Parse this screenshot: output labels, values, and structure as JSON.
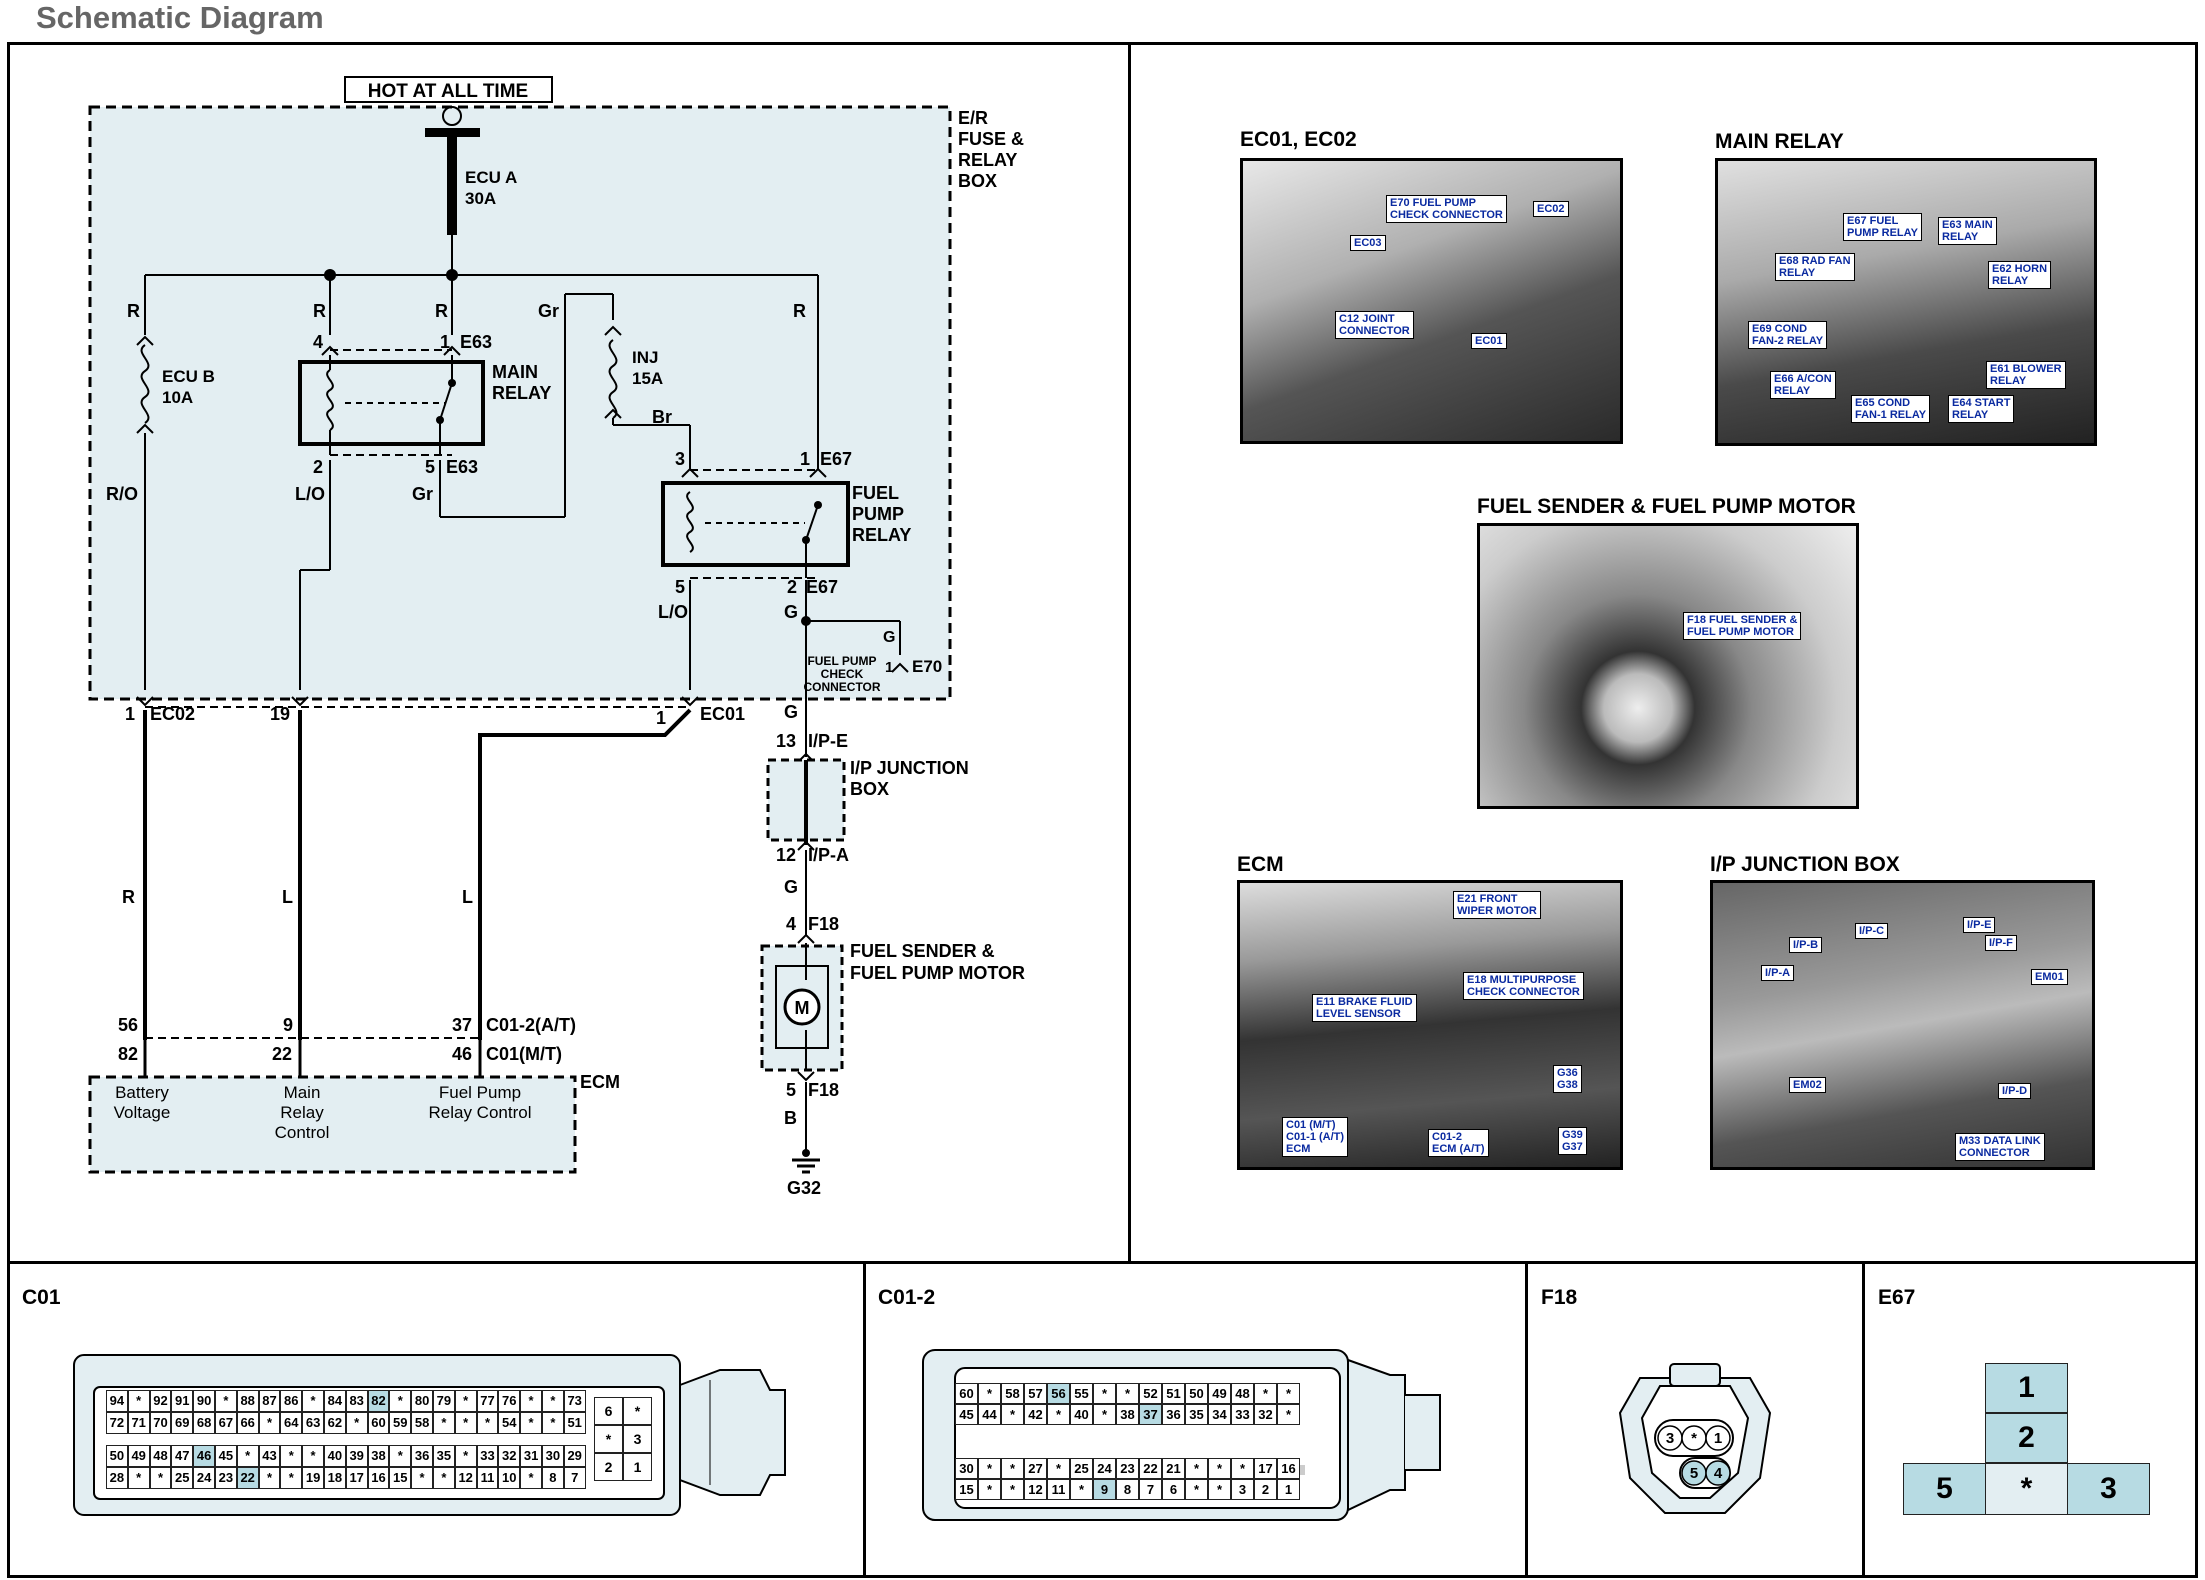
{
  "page_title": "Schematic Diagram",
  "schematic": {
    "hot_label": "HOT AT ALL TIME",
    "er_box_label": "E/R\nFUSE &\nRELAY\nBOX",
    "ecu_a_fuse": "ECU A\n30A",
    "ecu_b_fuse": "ECU B\n10A",
    "inj_fuse": "INJ\n15A",
    "main_relay": "MAIN\nRELAY",
    "fuel_pump_relay": "FUEL\nPUMP\nRELAY",
    "ip_junction_box": "I/P JUNCTION\nBOX",
    "fuel_sender": "FUEL SENDER &\nFUEL PUMP MOTOR",
    "check_connector": "FUEL PUMP\nCHECK\nCONNECTOR",
    "ecm_label": "ECM",
    "ecm_pins": [
      "Battery\nVoltage",
      "Main\nRelay\nControl",
      "Fuel Pump\nRelay Control"
    ],
    "wire_colors": {
      "r": "R",
      "ro": "R/O",
      "lo": "L/O",
      "gr": "Gr",
      "br": "Br",
      "g": "G",
      "l": "L",
      "b": "B"
    },
    "connectors": {
      "e63": "E63",
      "e67": "E67",
      "ec02": "EC02",
      "ec01": "EC01",
      "e70": "E70",
      "ipe": "I/P-E",
      "ipa": "I/P-A",
      "f18": "F18",
      "g32": "G32",
      "c01_2": "C01-2(A/T)",
      "c01": "C01(M/T)"
    },
    "pins": {
      "p4": "4",
      "p1": "1",
      "p2": "2",
      "p5": "5",
      "p3": "3",
      "p19": "19",
      "p13": "13",
      "p12": "12",
      "p56": "56",
      "p82": "82",
      "p9": "9",
      "p22": "22",
      "p37": "37",
      "p46": "46"
    }
  },
  "photos": {
    "ec01_title": "EC01, EC02",
    "ec01_callouts": [
      "E70 FUEL PUMP\nCHECK CONNECTOR",
      "EC02",
      "EC03",
      "C12 JOINT\nCONNECTOR",
      "EC01"
    ],
    "main_relay_title": "MAIN RELAY",
    "main_relay_callouts": [
      "E67 FUEL\nPUMP RELAY",
      "E63 MAIN\nRELAY",
      "E68 RAD FAN\nRELAY",
      "E62 HORN\nRELAY",
      "E69 COND\nFAN-2 RELAY",
      "E61 BLOWER\nRELAY",
      "E66 A/CON\nRELAY",
      "E65 COND\nFAN-1 RELAY",
      "E64 START\nRELAY"
    ],
    "fuel_title": "FUEL SENDER & FUEL PUMP MOTOR",
    "fuel_callouts": [
      "F18 FUEL SENDER &\nFUEL PUMP MOTOR"
    ],
    "ecm_title": "ECM",
    "ecm_callouts": [
      "E21 FRONT\nWIPER MOTOR",
      "E18 MULTIPURPOSE\nCHECK CONNECTOR",
      "E11 BRAKE FLUID\nLEVEL SENSOR",
      "G36\nG38",
      "C01 (M/T)\nC01-1 (A/T)\nECM",
      "C01-2\nECM (A/T)",
      "G39\nG37"
    ],
    "ipj_title": "I/P JUNCTION BOX",
    "ipj_callouts": [
      "I/P-E",
      "I/P-C",
      "I/P-F",
      "I/P-B",
      "EM01",
      "I/P-A",
      "EM02",
      "I/P-D",
      "M33 DATA LINK\nCONNECTOR"
    ]
  },
  "connector_views": {
    "c01": {
      "title": "C01",
      "rows": [
        [
          "94",
          "*",
          "92",
          "91",
          "90",
          "*",
          "88",
          "87",
          "86",
          "*",
          "84",
          "83",
          "82",
          "*",
          "80",
          "79",
          "*",
          "77",
          "76",
          "*",
          "*",
          "73"
        ],
        [
          "72",
          "71",
          "70",
          "69",
          "68",
          "67",
          "66",
          "*",
          "64",
          "63",
          "62",
          "*",
          "60",
          "59",
          "58",
          "*",
          "*",
          "*",
          "54",
          "*",
          "*",
          "51"
        ],
        [
          "50",
          "49",
          "48",
          "47",
          "46",
          "45",
          "*",
          "43",
          "*",
          "*",
          "40",
          "39",
          "38",
          "*",
          "36",
          "35",
          "*",
          "33",
          "32",
          "31",
          "30",
          "29"
        ],
        [
          "28",
          "*",
          "*",
          "25",
          "24",
          "23",
          "22",
          "*",
          "*",
          "19",
          "18",
          "17",
          "16",
          "15",
          "*",
          "*",
          "12",
          "11",
          "10",
          "*",
          "8",
          "7"
        ]
      ],
      "side": [
        "6",
        "*",
        "*",
        "3",
        "2",
        "1"
      ]
    },
    "c01_2": {
      "title": "C01-2",
      "rows": [
        [
          "60",
          "*",
          "58",
          "57",
          "56",
          "55",
          "*",
          "*",
          "52",
          "51",
          "50",
          "49",
          "48",
          "*",
          "*"
        ],
        [
          "45",
          "44",
          "*",
          "42",
          "*",
          "40",
          "*",
          "38",
          "37",
          "36",
          "35",
          "34",
          "33",
          "32",
          "*"
        ],
        [
          "30",
          "*",
          "*",
          "27",
          "*",
          "25",
          "24",
          "23",
          "22",
          "21",
          "*",
          "*",
          "*",
          "17",
          "16"
        ],
        [
          "15",
          "*",
          "*",
          "12",
          "11",
          "*",
          "9",
          "8",
          "7",
          "6",
          "*",
          "*",
          "3",
          "2",
          "1"
        ]
      ]
    },
    "f18": {
      "title": "F18",
      "pins": [
        "3",
        "*",
        "1",
        "5",
        "4"
      ]
    },
    "e67": {
      "title": "E67",
      "pins": [
        "1",
        "2",
        "5",
        "*",
        "3"
      ]
    }
  },
  "colors": {
    "box_fill": "#e3eef2",
    "cell_fill": "#b7dbe3"
  }
}
